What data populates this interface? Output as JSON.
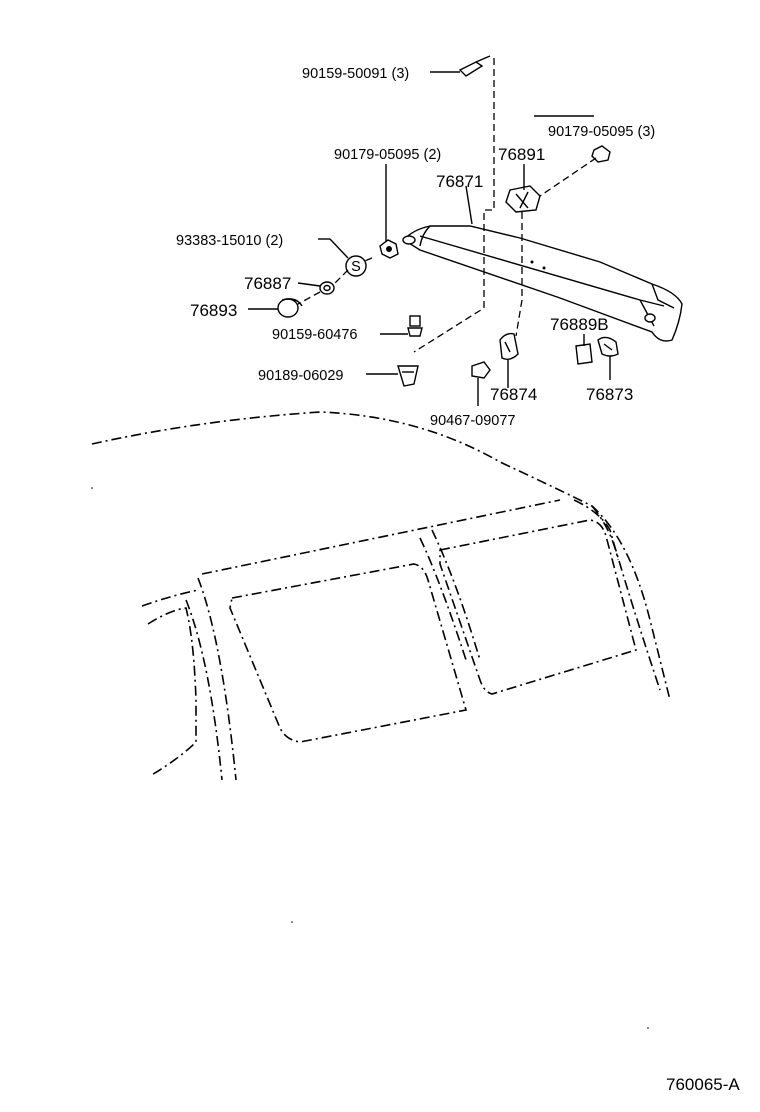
{
  "diagram": {
    "drawing_id": "760065-A",
    "labels": {
      "screw_top": "90159-50091 (3)",
      "nut_right": "90179-05095 (3)",
      "nut_left": "90179-05095 (2)",
      "seal_s": "93383-15010 (2)",
      "s_mark": "S",
      "spoiler": "76871",
      "bracket": "76891",
      "washer": "76887",
      "cap": "76893",
      "screw_lower": "90159-60476",
      "clip_lower": "90189-06029",
      "pad": "76874",
      "clip_small": "90467-09077",
      "plate": "76889B",
      "cover": "76873"
    }
  }
}
